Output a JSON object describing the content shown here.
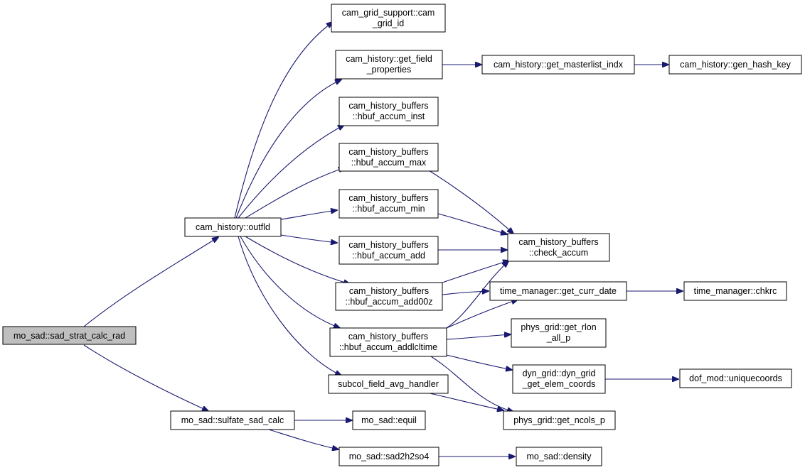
{
  "nodes": {
    "root": [
      "mo_sad::sad_strat_calc_rad"
    ],
    "outfld": [
      "cam_history::outfld"
    ],
    "sulfate": [
      "mo_sad::sulfate_sad_calc"
    ],
    "camgrid": [
      "cam_grid_support::cam",
      "_grid_id"
    ],
    "getfield": [
      "cam_history::get_field",
      "_properties"
    ],
    "masterlist": [
      "cam_history::get_masterlist_indx"
    ],
    "hashkey": [
      "cam_history::gen_hash_key"
    ],
    "inst": [
      "cam_history_buffers",
      "::hbuf_accum_inst"
    ],
    "max": [
      "cam_history_buffers",
      "::hbuf_accum_max"
    ],
    "min": [
      "cam_history_buffers",
      "::hbuf_accum_min"
    ],
    "add": [
      "cam_history_buffers",
      "::hbuf_accum_add"
    ],
    "add00z": [
      "cam_history_buffers",
      "::hbuf_accum_add00z"
    ],
    "addlcl": [
      "cam_history_buffers",
      "::hbuf_accum_addlcltime"
    ],
    "subcol": [
      "subcol_field_avg_handler"
    ],
    "check": [
      "cam_history_buffers",
      "::check_accum"
    ],
    "currdate": [
      "time_manager::get_curr_date"
    ],
    "chkrc": [
      "time_manager::chkrc"
    ],
    "rlon": [
      "phys_grid::get_rlon",
      "_all_p"
    ],
    "dyngrid": [
      "dyn_grid::dyn_grid",
      "_get_elem_coords"
    ],
    "dofmod": [
      "dof_mod::uniquecoords"
    ],
    "ncols": [
      "phys_grid::get_ncols_p"
    ],
    "equil": [
      "mo_sad::equil"
    ],
    "h2so4": [
      "mo_sad::sad2h2so4"
    ],
    "density": [
      "mo_sad::density"
    ]
  }
}
